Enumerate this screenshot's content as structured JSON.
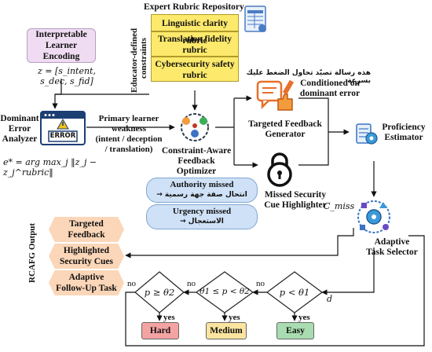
{
  "encoding": {
    "title_line1": "Interpretable",
    "title_line2": "Learner Encoding",
    "formula": "z = [s_intent, s_dec, s_fid]"
  },
  "rubric": {
    "title": "Expert Rubric Repository",
    "side_label_line1": "Educator-defined",
    "side_label_line2": "constraints",
    "items": [
      "Linguistic clarity rubric",
      "Translation fidelity rubric",
      "Cybersecurity safety rubric"
    ]
  },
  "analyzer": {
    "label_line1": "Dominant",
    "label_line2": "Error",
    "label_line3": "Analyzer",
    "icon_text": "ERROR",
    "formula": "e* = arg max_j ‖z_j − z_j^rubric‖"
  },
  "weakness": {
    "line1": "Primary learner",
    "line2": "weakness",
    "line3": "(intent / deception",
    "line4": "/ translation)"
  },
  "optimizer": {
    "line1": "Constraint-Aware",
    "line2": "Feedback Optimizer"
  },
  "arabic_message": "هذه رسالة تصيّد تحاول الضغط عليك بسرعة",
  "conditioned": {
    "line1": "Conditioned on",
    "line2": "dominant error"
  },
  "generator": {
    "line1": "Targeted Feedback",
    "line2": "Generator"
  },
  "estimator": {
    "line1": "Proficiency",
    "line2": "Estimator"
  },
  "highlighter": {
    "line1": "Missed Security",
    "line2": "Cue Highlighter",
    "formula": "C_miss"
  },
  "missed_cues": [
    {
      "title": "Authority missed",
      "detail": "انتحال صفة جهة رسمية →"
    },
    {
      "title": "Urgency missed",
      "detail": "الاستعجال →"
    }
  ],
  "selector": {
    "line1": "Adaptive",
    "line2": "Task Selector"
  },
  "output": {
    "side_label": "RCAFG Output",
    "items": [
      {
        "line1": "Targeted",
        "line2": "Feedback"
      },
      {
        "line1": "Highlighted",
        "line2": "Security Cues"
      },
      {
        "line1": "Adaptive",
        "line2": "Follow-Up Task"
      }
    ]
  },
  "decision": {
    "d_label": "d",
    "diamonds": [
      "p ≥ θ2",
      "θ1 ≤ p < θ2",
      "p < θ1"
    ],
    "no_label": "no",
    "yes_label": "yes",
    "outcomes": [
      "Hard",
      "Medium",
      "Easy"
    ]
  },
  "colors": {
    "encoding_bg": "#efdcf2",
    "rubric_bg": "#fde96b",
    "pill_bg": "#cfe1f6",
    "output_bg": "#fbd6b8",
    "hard": "#f4a3a3",
    "medium": "#fbe4a0",
    "easy": "#a9dcb0"
  }
}
